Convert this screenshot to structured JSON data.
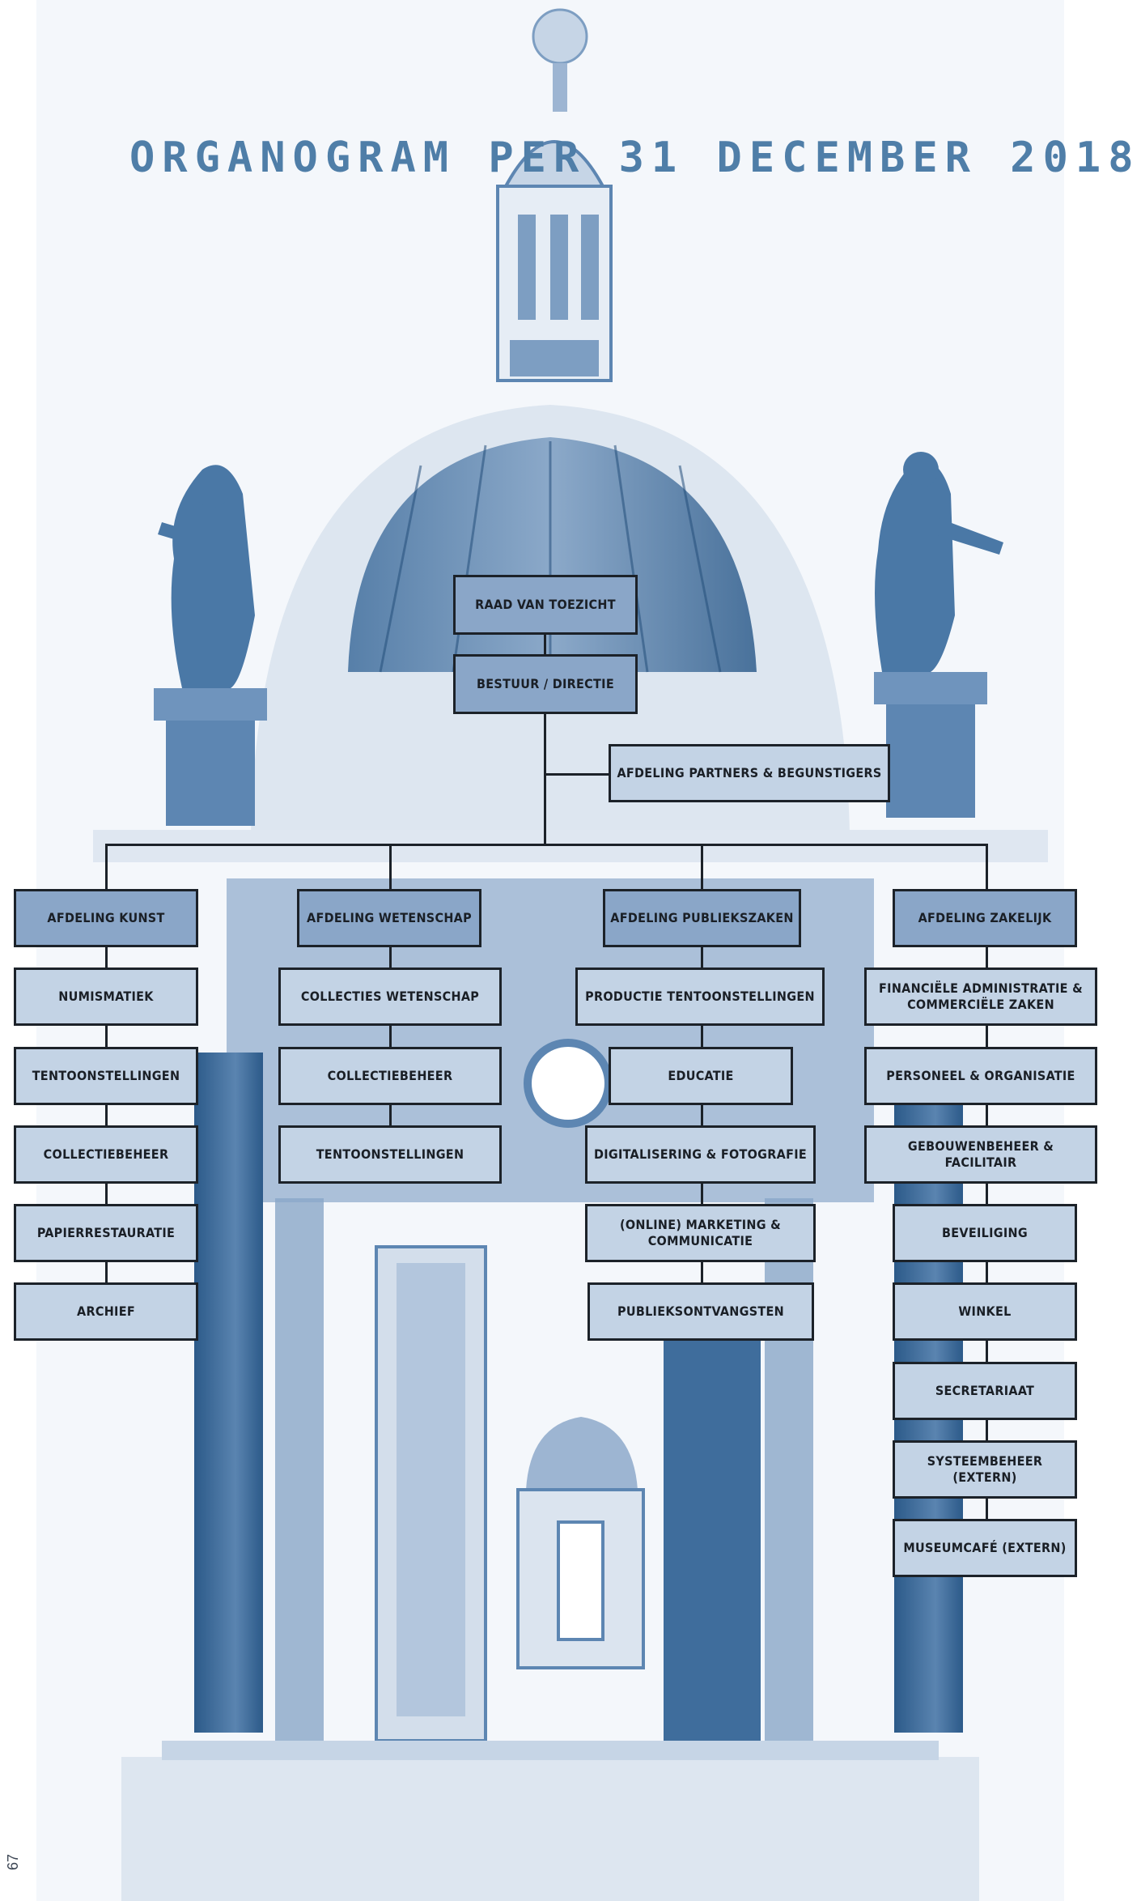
{
  "title": "ORGANOGRAM PER 31 DECEMBER 2018",
  "page_number": "67",
  "colors": {
    "title": "#4f7ea8",
    "box_dark": "#8aa6c8",
    "box_light": "#c3d3e5",
    "line": "#1c2229",
    "engraving": "#5d86b2"
  },
  "top": {
    "raad": "RAAD VAN TOEZICHT",
    "bestuur": "BESTUUR / DIRECTIE",
    "partners": "AFDELING PARTNERS & BEGUNSTIGERS"
  },
  "departments": [
    {
      "name": "AFDELING KUNST",
      "units": [
        "NUMISMATIEK",
        "TENTOONSTELLINGEN",
        "COLLECTIEBEHEER",
        "PAPIERRESTAURATIE",
        "ARCHIEF"
      ]
    },
    {
      "name": "AFDELING WETENSCHAP",
      "units": [
        "COLLECTIES WETENSCHAP",
        "COLLECTIEBEHEER",
        "TENTOONSTELLINGEN"
      ]
    },
    {
      "name": "AFDELING PUBLIEKSZAKEN",
      "units": [
        "PRODUCTIE TENTOONSTELLINGEN",
        "EDUCATIE",
        "DIGITALISERING & FOTOGRAFIE",
        "(ONLINE) MARKETING &\nCOMMUNICATIE",
        "PUBLIEKSONTVANGSTEN"
      ]
    },
    {
      "name": "AFDELING ZAKELIJK",
      "units": [
        "FINANCIËLE ADMINISTRATIE &\nCOMMERCIËLE ZAKEN",
        "PERSONEEL & ORGANISATIE",
        "GEBOUWENBEHEER & FACILITAIR",
        "BEVEILIGING",
        "WINKEL",
        "SECRETARIAAT",
        "SYSTEEMBEHEER (EXTERN)",
        "MUSEUMCAFÉ (EXTERN)"
      ]
    }
  ]
}
